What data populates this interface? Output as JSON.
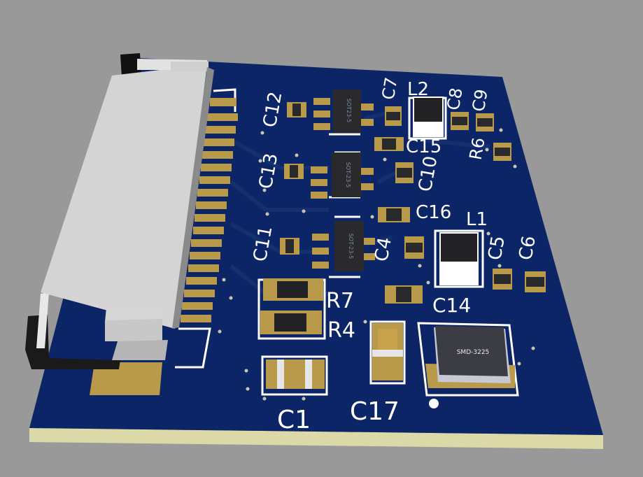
{
  "scene": {
    "colors": {
      "background": "#999999",
      "board": "#0c2566",
      "board_edge": "#dcd9a9",
      "copper": "#b89a4a",
      "silkscreen": "#ffffff",
      "ic_body": "#2a2a2c",
      "connector": "#d8d8d8"
    }
  },
  "designators": {
    "c12": "C12",
    "c13": "C13",
    "c11": "C11",
    "c7": "C7",
    "l2": "L2",
    "c8": "C8",
    "c9": "C9",
    "c15": "C15",
    "r6": "R6",
    "c10": "C10",
    "c16": "C16",
    "l1": "L1",
    "c4": "C4",
    "c5": "C5",
    "c6": "C6",
    "r7": "R7",
    "r4": "R4",
    "c14": "C14",
    "c1": "C1",
    "c17": "C17"
  },
  "packages": {
    "u1": "SOT23-5",
    "u2": "SOT-23-5",
    "u3": "SOT-23-5",
    "inductor": "SMD-3225"
  }
}
